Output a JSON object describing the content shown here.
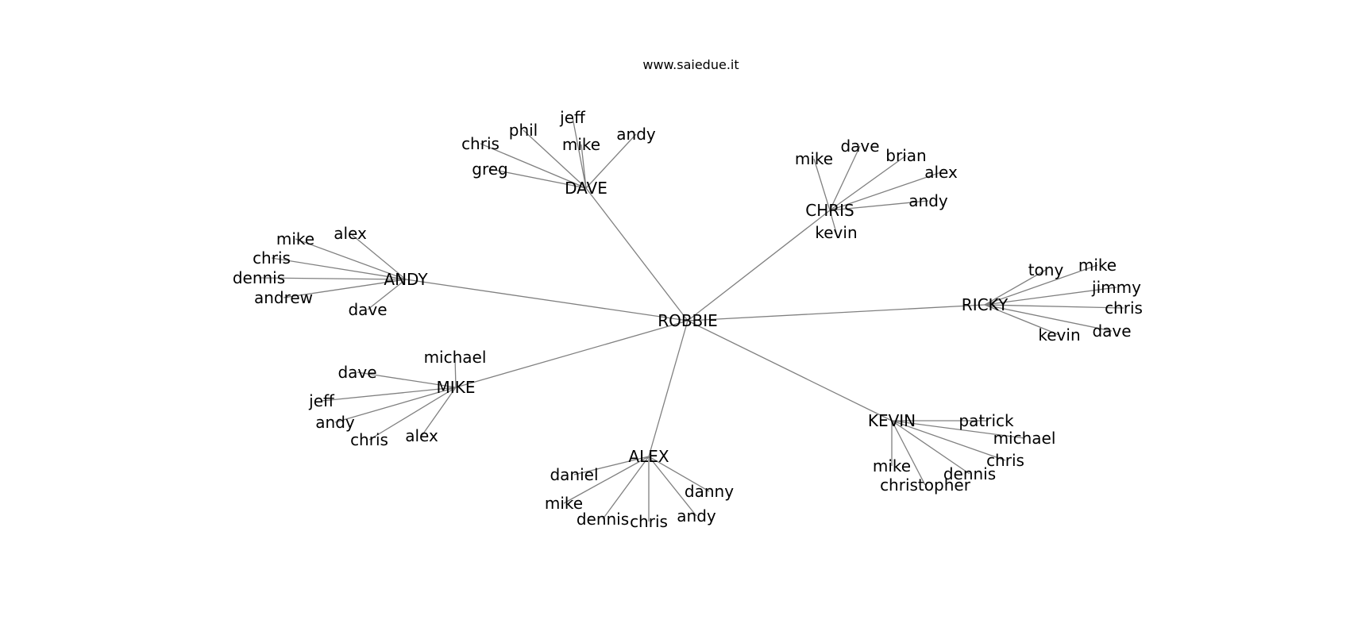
{
  "watermark": "www.saiedue.it",
  "colors": {
    "edge": "#808080",
    "text": "#000000",
    "background": "#ffffff"
  },
  "root": "ROBBIE",
  "groups": [
    {
      "hub": "DAVE",
      "leaves": [
        "jeff",
        "phil",
        "chris",
        "mike",
        "andy",
        "greg"
      ]
    },
    {
      "hub": "CHRIS",
      "leaves": [
        "mike",
        "dave",
        "brian",
        "alex",
        "andy",
        "kevin"
      ]
    },
    {
      "hub": "ANDY",
      "leaves": [
        "alex",
        "mike",
        "chris",
        "dennis",
        "andrew",
        "dave"
      ]
    },
    {
      "hub": "RICKY",
      "leaves": [
        "tony",
        "mike",
        "jimmy",
        "chris",
        "dave",
        "kevin"
      ]
    },
    {
      "hub": "MIKE",
      "leaves": [
        "michael",
        "dave",
        "jeff",
        "andy",
        "chris",
        "alex"
      ]
    },
    {
      "hub": "KEVIN",
      "leaves": [
        "patrick",
        "michael",
        "chris",
        "dennis",
        "mike",
        "christopher"
      ]
    },
    {
      "hub": "ALEX",
      "leaves": [
        "daniel",
        "danny",
        "mike",
        "dennis",
        "chris",
        "andy"
      ]
    }
  ]
}
